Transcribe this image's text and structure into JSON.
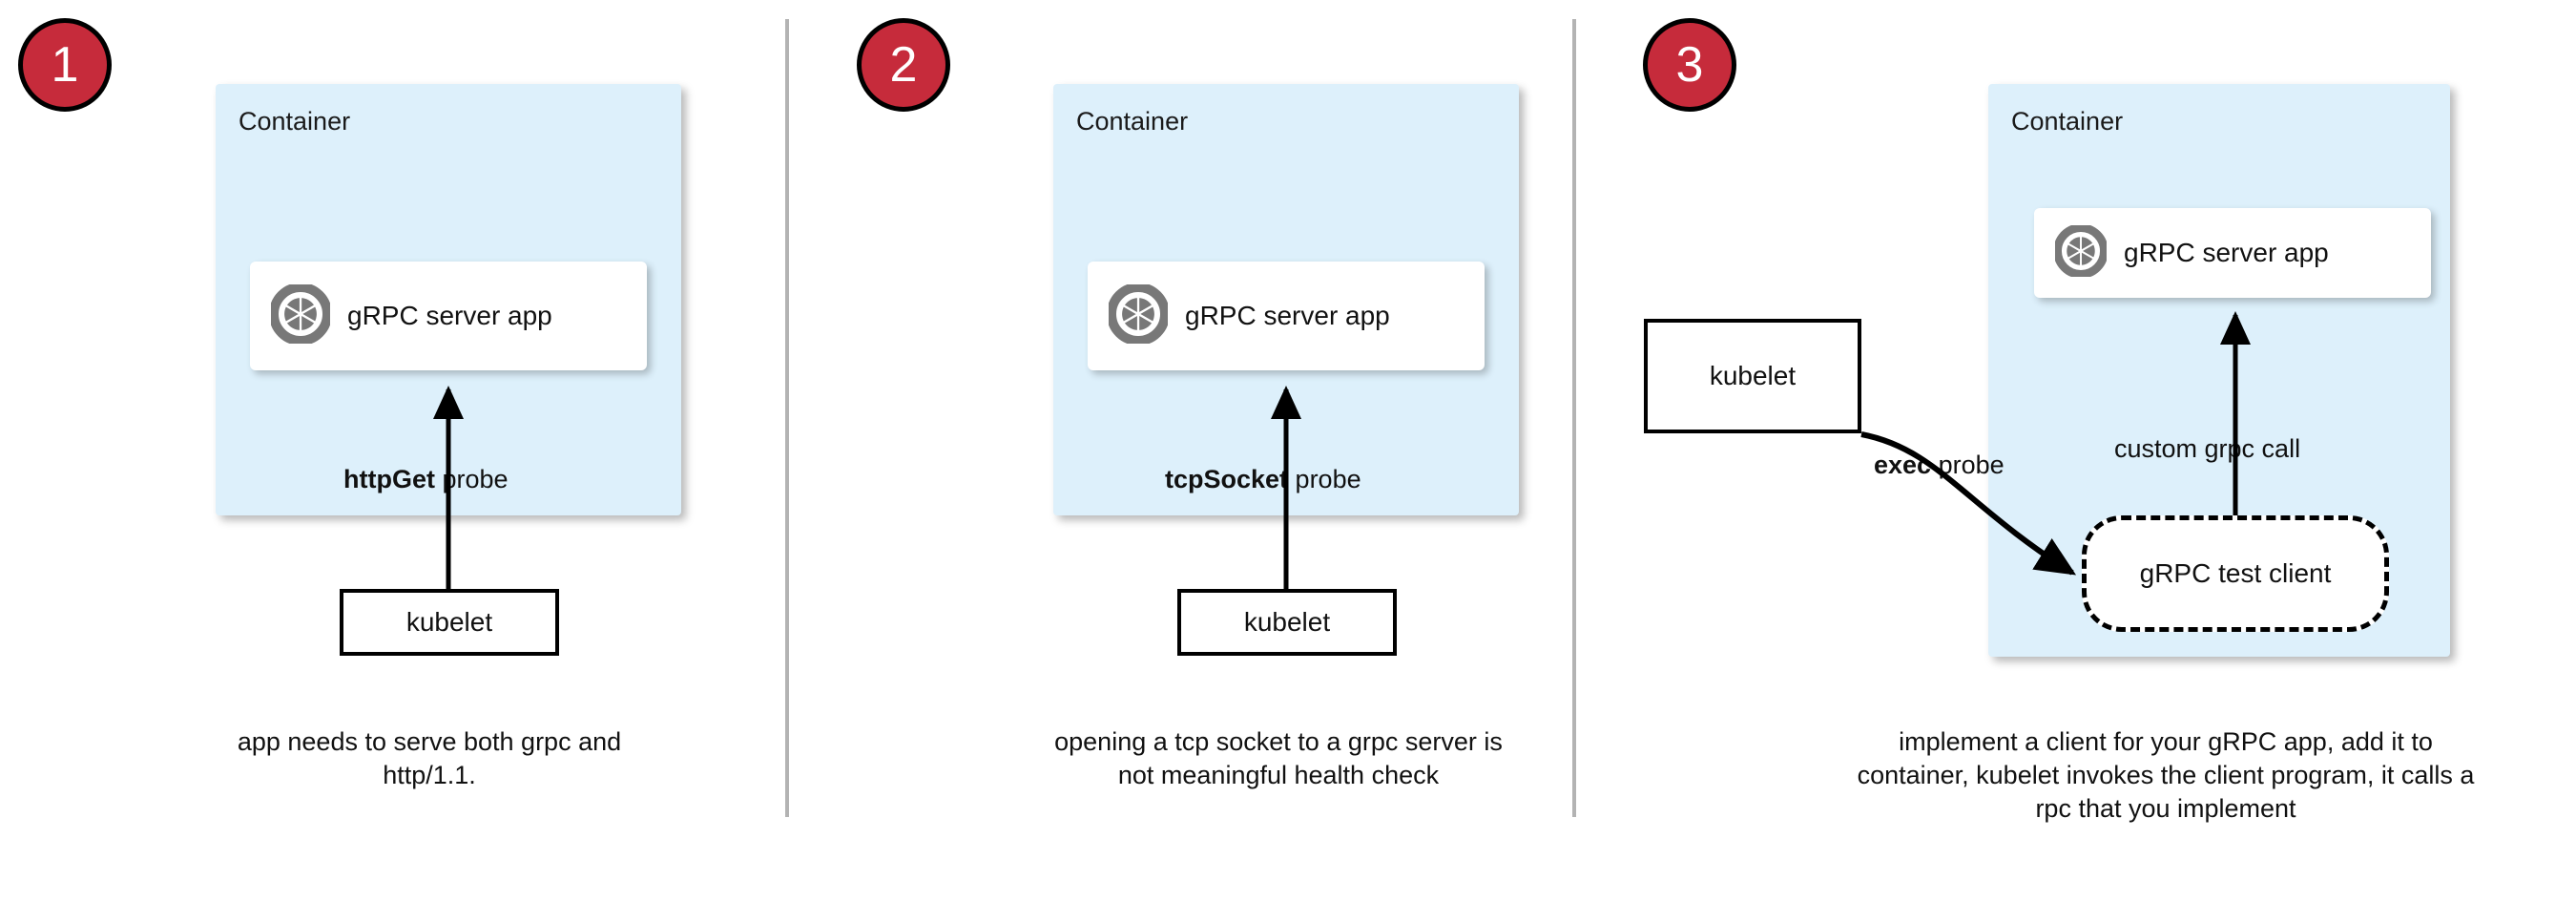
{
  "colors": {
    "badge_red": "#c62b3b",
    "container_blue": "#ddf0fb",
    "icon_gray": "#787878",
    "divider_gray": "#b3b3b3",
    "stroke_black": "#000000"
  },
  "panels": [
    {
      "step": "1",
      "container_label": "Container",
      "app_label": "gRPC server app",
      "app_icon": "grpc-aperture-icon",
      "probe_label_bold": "httpGet",
      "probe_label_rest": " probe",
      "kubelet_label": "kubelet",
      "caption": "app needs to serve both grpc and http/1.1."
    },
    {
      "step": "2",
      "container_label": "Container",
      "app_label": "gRPC server app",
      "app_icon": "grpc-aperture-icon",
      "probe_label_bold": "tcpSocket",
      "probe_label_rest": " probe",
      "kubelet_label": "kubelet",
      "caption": "opening a tcp socket to a grpc server is not meaningful health check"
    },
    {
      "step": "3",
      "container_label": "Container",
      "app_label": "gRPC server app",
      "app_icon": "grpc-aperture-icon",
      "probe_label_bold": "exec",
      "probe_label_rest": " probe",
      "kubelet_label": "kubelet",
      "test_client_label": "gRPC test client",
      "inner_call_label": "custom grpc call",
      "caption": "implement a client for your gRPC app, add it to container, kubelet invokes the client program, it calls a rpc that you implement"
    }
  ]
}
